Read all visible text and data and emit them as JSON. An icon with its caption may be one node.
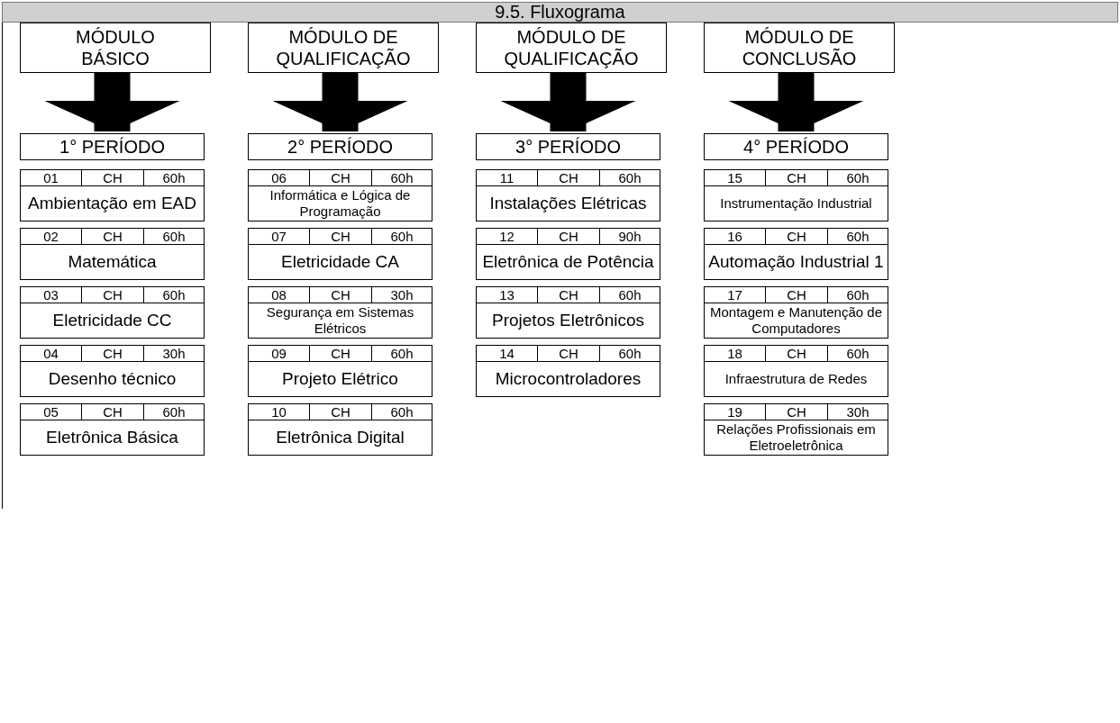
{
  "diagram": {
    "title": "9.5. Fluxograma",
    "nodes": [
      {
        "text": [
          "MÓDULO BÁSICO"
        ]
      },
      {
        "text": [
          "MÓDULO DE QUALIFICAÇÃO"
        ]
      },
      {
        "text": [
          "MÓDULO DE QUALIFICAÇÃO"
        ]
      },
      {
        "text": [
          "MÓDULO DE CONCLUSÃO"
        ]
      },
      {
        "text": [
          "1° PERÍODO"
        ]
      },
      {
        "text": [
          "2° PERÍODO"
        ]
      },
      {
        "text": [
          "3° PERÍODO"
        ]
      },
      {
        "text": [
          "4° PERÍODO"
        ]
      },
      {
        "text": [
          "01",
          "CH",
          "60h",
          "Ambientação em EAD"
        ]
      },
      {
        "text": [
          "02",
          "CH",
          "60h",
          "Matemática"
        ]
      },
      {
        "text": [
          "03",
          "CH",
          "60h",
          "Eletricidade CC"
        ]
      },
      {
        "text": [
          "04",
          "CH",
          "30h",
          "Desenho técnico"
        ]
      },
      {
        "text": [
          "05",
          "CH",
          "60h",
          "Eletrônica Básica"
        ]
      },
      {
        "text": [
          "06",
          "CH",
          "60h",
          "Informática e Lógica de Programação"
        ]
      },
      {
        "text": [
          "07",
          "CH",
          "60h",
          "Eletricidade CA"
        ]
      },
      {
        "text": [
          "08",
          "CH",
          "30h",
          "Segurança em Sistemas Elétricos"
        ]
      },
      {
        "text": [
          "09",
          "CH",
          "60h",
          "Projeto Elétrico"
        ]
      },
      {
        "text": [
          "10",
          "CH",
          "60h",
          "Eletrônica Digital"
        ]
      },
      {
        "text": [
          "11",
          "CH",
          "60h",
          "Instalações Elétricas"
        ]
      },
      {
        "text": [
          "12",
          "CH",
          "90h",
          "Eletrônica de Potência"
        ]
      },
      {
        "text": [
          "13",
          "CH",
          "60h",
          "Projetos Eletrônicos"
        ]
      },
      {
        "text": [
          "14",
          "CH",
          "60h",
          "Microcontroladores"
        ]
      },
      {
        "text": [
          "15",
          "CH",
          "60h",
          "Instrumentação Industrial"
        ]
      },
      {
        "text": [
          "16",
          "CH",
          "60h",
          "Automação Industrial 1"
        ]
      },
      {
        "text": [
          "17",
          "CH",
          "60h",
          "Montagem e Manutenção de Computadores"
        ]
      },
      {
        "text": [
          "18",
          "CH",
          "60h",
          "Infraestrutura de Redes"
        ]
      },
      {
        "text": [
          "19",
          "CH",
          "30h",
          "Relações Profissionais em Eletroeletrônica"
        ]
      }
    ],
    "edges": [
      {
        "from": 0,
        "to": 4,
        "arrow": "to"
      },
      {
        "from": 1,
        "to": 5,
        "arrow": "to"
      },
      {
        "from": 2,
        "to": 6,
        "arrow": "to"
      },
      {
        "from": 3,
        "to": 7,
        "arrow": "to"
      }
    ]
  }
}
